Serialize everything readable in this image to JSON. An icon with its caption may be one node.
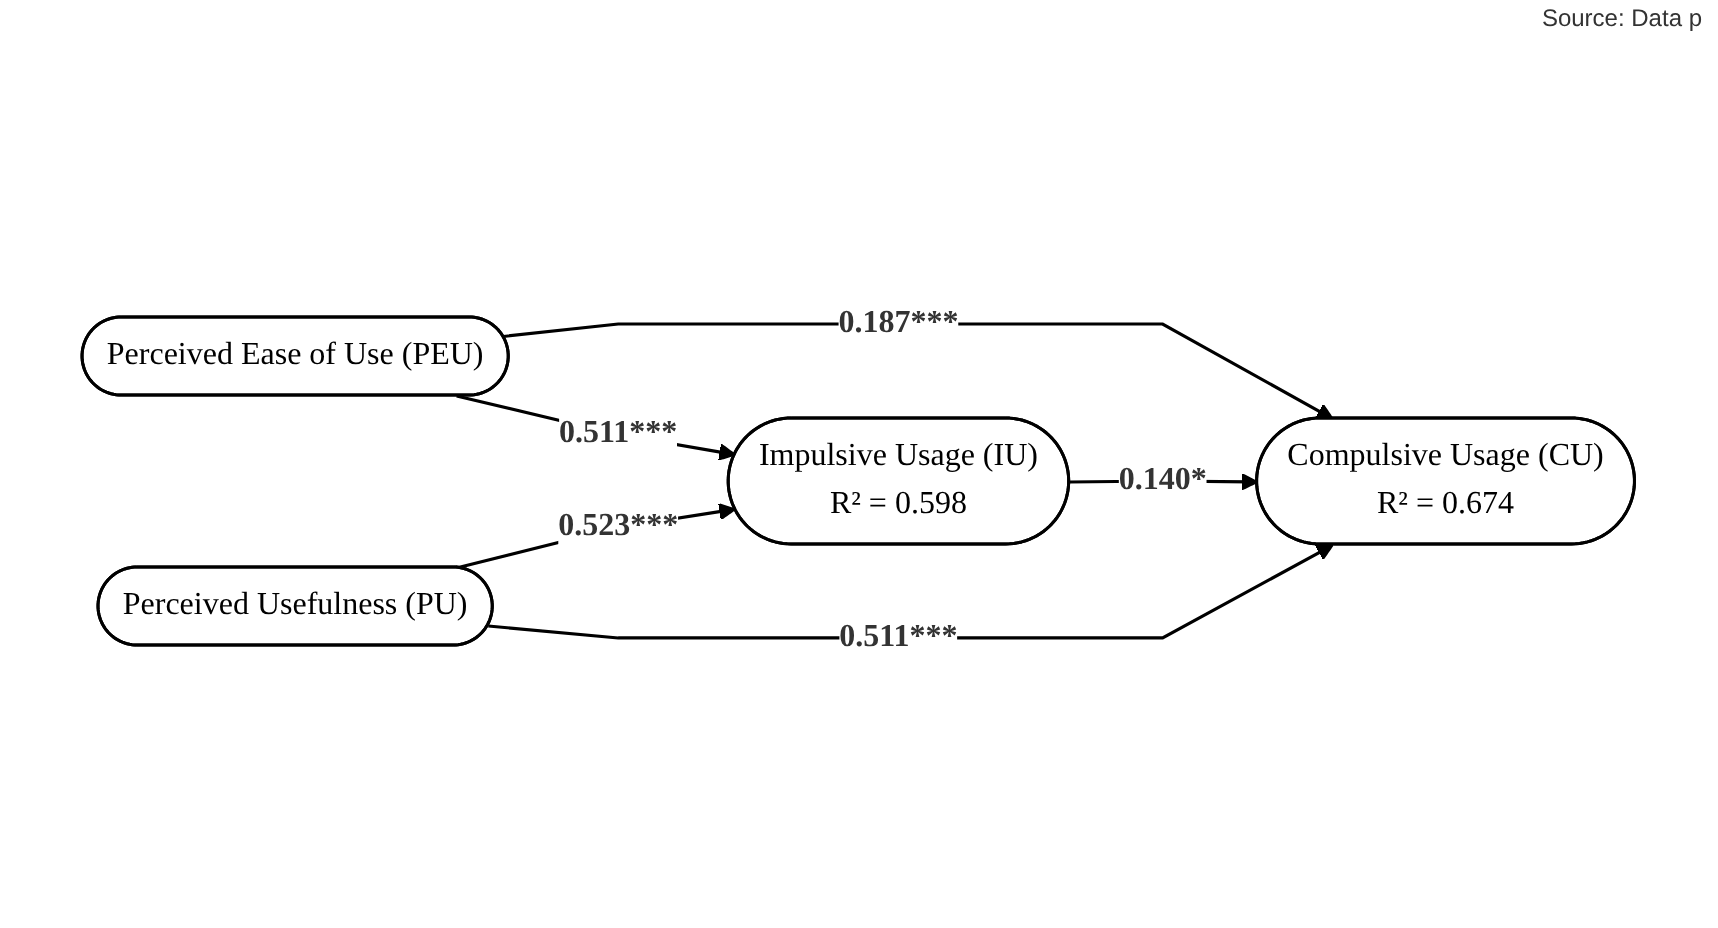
{
  "diagram": {
    "nodes": [
      {
        "text": [
          "Perceived Ease of Use (PEU)"
        ]
      },
      {
        "text": [
          "Impulsive Usage (IU)",
          "R² = 0.598"
        ]
      },
      {
        "text": [
          "Compulsive Usage (CU)",
          "R² = 0.674"
        ]
      },
      {
        "text": [
          "Perceived Usefulness (PU)"
        ]
      }
    ],
    "edges": [
      {
        "from": 0,
        "to": 2,
        "arrow": "to",
        "label": "0.187***"
      },
      {
        "from": 0,
        "to": 1,
        "arrow": "to",
        "label": "0.511***"
      },
      {
        "from": 1,
        "to": 2,
        "arrow": "to",
        "label": "0.140*"
      },
      {
        "from": 3,
        "to": 1,
        "arrow": "to",
        "label": "0.523***"
      },
      {
        "from": 3,
        "to": 2,
        "arrow": "to",
        "label": "0.511***"
      }
    ],
    "labels": [
      "Source: Data p"
    ]
  }
}
